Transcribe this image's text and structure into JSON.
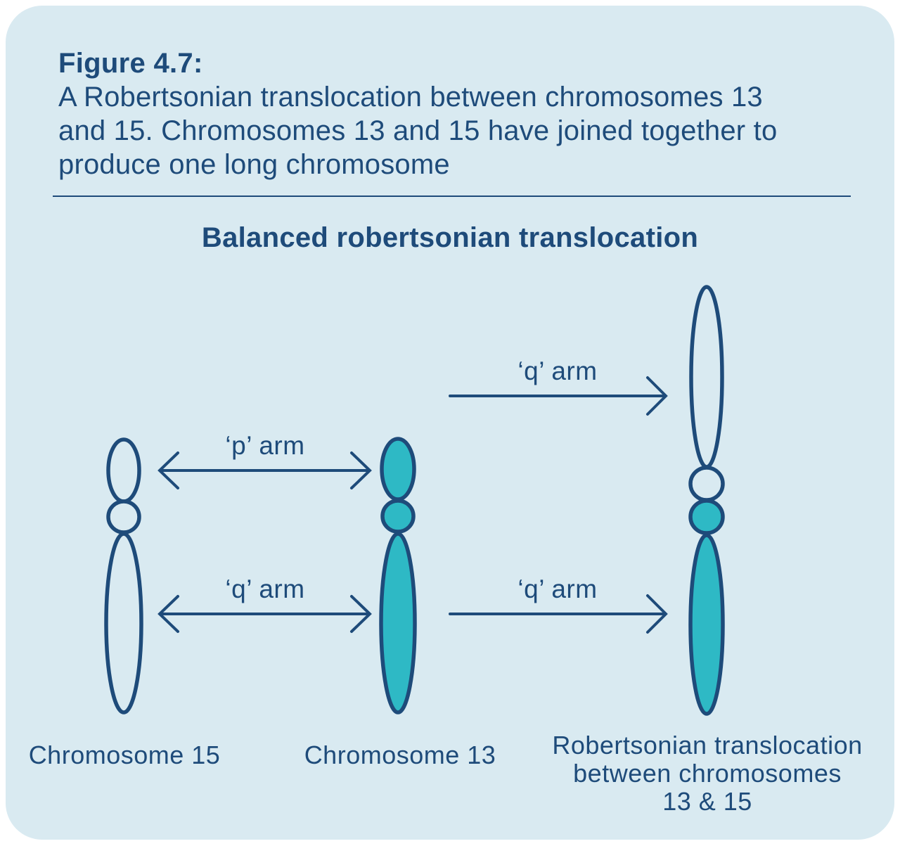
{
  "colors": {
    "page_bg": "#ffffff",
    "card_bg": "#d9eaf1",
    "navy": "#1e4b7a",
    "teal": "#2eb9c5"
  },
  "header": {
    "figure_label": "Figure 4.7:",
    "caption_lines": [
      "A Robertsonian translocation between chromosomes 13",
      "and 15. Chromosomes 13 and 15 have joined together to",
      "produce one long chromosome"
    ]
  },
  "diagram": {
    "heading": "Balanced robertsonian translocation",
    "arrow_labels": {
      "p_arm": "‘p’ arm",
      "q_arm_left": "‘q’ arm",
      "q_arm_top_right": "‘q’ arm",
      "q_arm_bottom_right": "‘q’ arm"
    },
    "chromosome_labels": {
      "left": "Chromosome 15",
      "middle": "Chromosome 13",
      "right_line1": "Robertsonian translocation",
      "right_line2": "between chromosomes",
      "right_line3": "13 & 15"
    }
  }
}
